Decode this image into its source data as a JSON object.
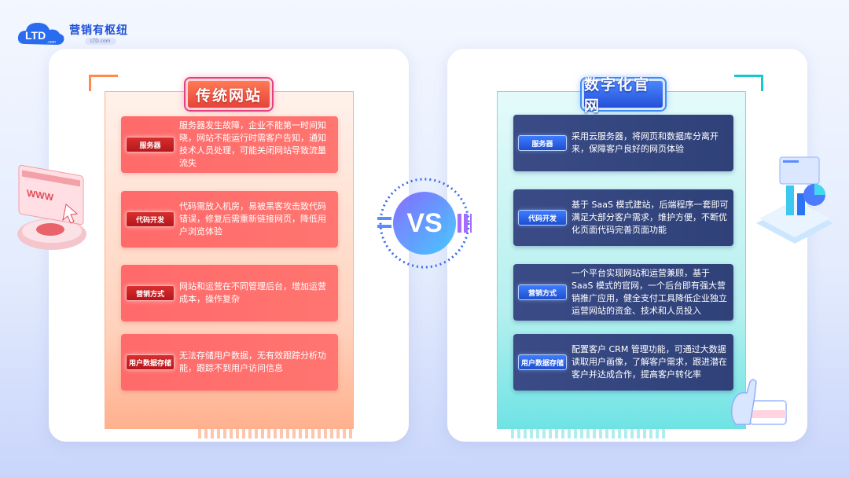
{
  "brand": {
    "logo_text": "LTD",
    "logo_subtext": ".com",
    "name": "营销有枢纽",
    "tagline": "LTD.com"
  },
  "vs_text": "VS",
  "traditional": {
    "title": "传统网站",
    "items": [
      {
        "tag": "服务器",
        "desc": "服务器发生故障，企业不能第一时间知晓，网站不能运行时需客户告知，通知技术人员处理，可能关闭网站导致流量流失"
      },
      {
        "tag": "代码开发",
        "desc": "代码需放入机房，易被黑客攻击致代码错误，修复后需重新链接网页，降低用户浏览体验"
      },
      {
        "tag": "营销方式",
        "desc": "网站和运营在不同管理后台，增加运营成本，操作复杂"
      },
      {
        "tag": "用户数据存储",
        "desc": "无法存储用户数据，无有效跟踪分析功能，跟踪不到用户访问信息"
      }
    ]
  },
  "digital": {
    "title": "数字化官网",
    "items": [
      {
        "tag": "服务器",
        "desc": "采用云服务器，将网页和数据库分离开来，保障客户良好的网页体验"
      },
      {
        "tag": "代码开发",
        "desc": "基于 SaaS 模式建站，后端程序一套即可满足大部分客户需求，维护方便，不断优化页面代码完善页面功能"
      },
      {
        "tag": "营销方式",
        "desc": "一个平台实现网站和运营兼顾，基于 SaaS 模式的官网，一个后台即有强大营销推广应用，健全支付工具降低企业独立运营网站的资金、技术和人员投入"
      },
      {
        "tag": "用户数据存储",
        "desc": "配置客户 CRM 管理功能，可通过大数据读取用户画像，了解客户需求，跟进潜在客户并达成合作，提高客户转化率"
      }
    ]
  },
  "deco_left_text": "WWW",
  "colors": {
    "left_accent": "#ff6a6a",
    "right_accent": "#2f4178",
    "brand_blue": "#1d4fd8"
  }
}
